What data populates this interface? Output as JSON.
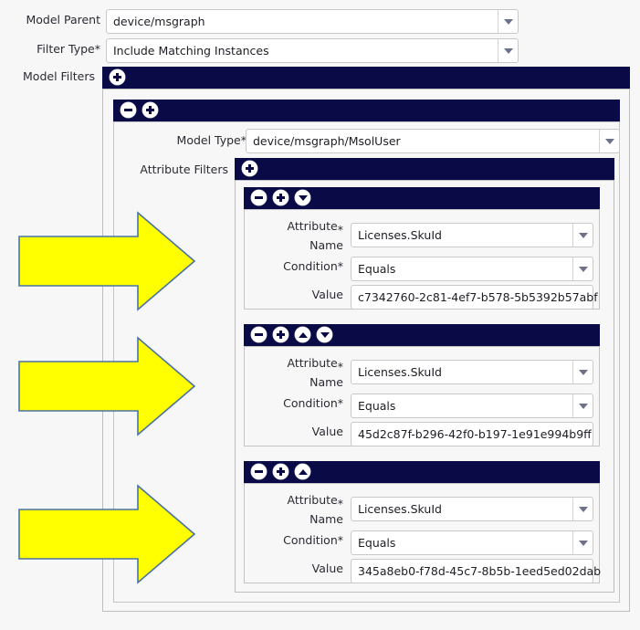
{
  "form": {
    "fields": [
      {
        "label": "Model Parent",
        "value": "device/msgraph",
        "control": "select"
      },
      {
        "label": "Filter Type*",
        "value": "Include Matching Instances",
        "control": "select"
      }
    ],
    "model_filters_label": "Model Filters",
    "model_type_label": "Model Type*",
    "model_type_value": "device/msgraph/MsolUser",
    "attribute_filters_label": "Attribute Filters"
  },
  "labels": {
    "attribute_name_line1": "Attribute",
    "attribute_name_line2": "Name",
    "attribute_name_star": "*",
    "condition": "Condition*",
    "value": "Value"
  },
  "icons": {
    "add": "plus-circle-icon",
    "remove": "minus-circle-icon",
    "move_up": "move-up-circle-icon",
    "move_down": "move-down-circle-icon",
    "dropdown": "caret-down-icon",
    "annotation": "yellow-right-arrow-icon"
  },
  "outer_toolbar": {
    "buttons": [
      "plus"
    ]
  },
  "model_filter_toolbar": {
    "buttons": [
      "minus",
      "plus"
    ]
  },
  "attribute_filters_toolbar": {
    "buttons": [
      "plus"
    ]
  },
  "attribute_filters": [
    {
      "toolbar": [
        "minus",
        "plus",
        "down"
      ],
      "attribute_name": "Licenses.SkuId",
      "condition": "Equals",
      "value": "c7342760-2c81-4ef7-b578-5b5392b57abf"
    },
    {
      "toolbar": [
        "minus",
        "plus",
        "up",
        "down"
      ],
      "attribute_name": "Licenses.SkuId",
      "condition": "Equals",
      "value": "45d2c87f-b296-42f0-b197-1e91e994b9ff"
    },
    {
      "toolbar": [
        "minus",
        "plus",
        "up"
      ],
      "attribute_name": "Licenses.SkuId",
      "condition": "Equals",
      "value": "345a8eb0-f78d-45c7-8b5b-1eed5ed02dab"
    }
  ],
  "colors": {
    "header_navy": "#0a0a46",
    "annotation_yellow": "#ffff00",
    "annotation_border": "#4a73a8",
    "panel_bg": "#f7f7f7",
    "field_border": "#c9c9c9"
  }
}
